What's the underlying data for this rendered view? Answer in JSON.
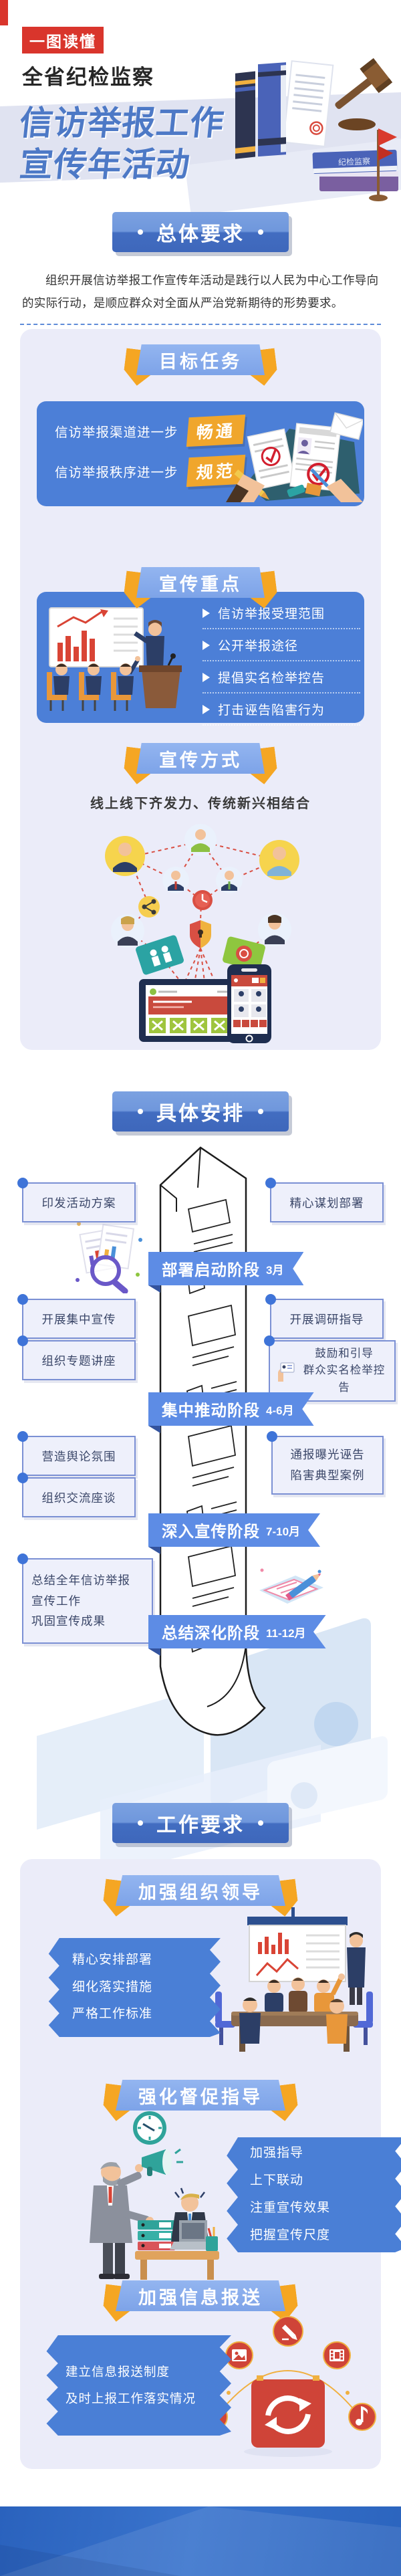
{
  "header": {
    "badge": "一图读懂",
    "org": "全省纪检监察",
    "title_line1": "信访举报工作",
    "title_line2": "宣传年活动"
  },
  "overall": {
    "title": "总体要求",
    "body": "组织开展信访举报工作宣传年活动是践行以人民为中心工作导向的实际行动，是顺应群众对全面从严治党新期待的形势要求。"
  },
  "target": {
    "banner": "目标任务",
    "row1_label": "信访举报渠道进一步",
    "row1_highlight": "畅通",
    "row2_label": "信访举报秩序进一步",
    "row2_highlight": "规范"
  },
  "focus": {
    "banner": "宣传重点",
    "items": [
      "信访举报受理范围",
      "公开举报途径",
      "提倡实名检举控告",
      "打击诬告陷害行为"
    ]
  },
  "methods": {
    "banner": "宣传方式",
    "subtitle": "线上线下齐发力、传统新兴相结合"
  },
  "plan": {
    "title": "具体安排",
    "box_l1": "印发活动方案",
    "box_r1": "精心谋划部署",
    "stage1_name": "部署启动阶段",
    "stage1_time": "3月",
    "box_l2": "开展集中宣传",
    "box_l3": "组织专题讲座",
    "box_r2": "开展调研指导",
    "box_r3": "鼓励和引导\n群众实名检举控告",
    "stage2_name": "集中推动阶段",
    "stage2_time": "4-6月",
    "box_l4": "营造舆论氛围",
    "box_l5": "组织交流座谈",
    "box_r4": "通报曝光诬告\n陷害典型案例",
    "stage3_name": "深入宣传阶段",
    "stage3_time": "7-10月",
    "box_l6": "总结全年信访举报\n宣传工作\n巩固宣传成果",
    "stage4_name": "总结深化阶段",
    "stage4_time": "11-12月"
  },
  "require": {
    "title": "工作要求",
    "g1_banner": "加强组织领导",
    "g1_text": "精心安排部署\n细化落实措施\n严格工作标准",
    "g2_banner": "强化督促指导",
    "g2_text": "加强指导\n上下联动\n注重宣传效果\n把握宣传尺度",
    "g3_banner": "加强信息报送",
    "g3_text": "建立信息报送制度\n及时上报工作落实情况"
  },
  "colors": {
    "accent_blue": "#4c7fd7",
    "banner_blue": "#87abe9",
    "stage_blue": "#5d8ce5",
    "title_blue": "#4d79c6",
    "orange": "#f0a62c",
    "red": "#d9352c",
    "panel": "#ebecf9"
  }
}
